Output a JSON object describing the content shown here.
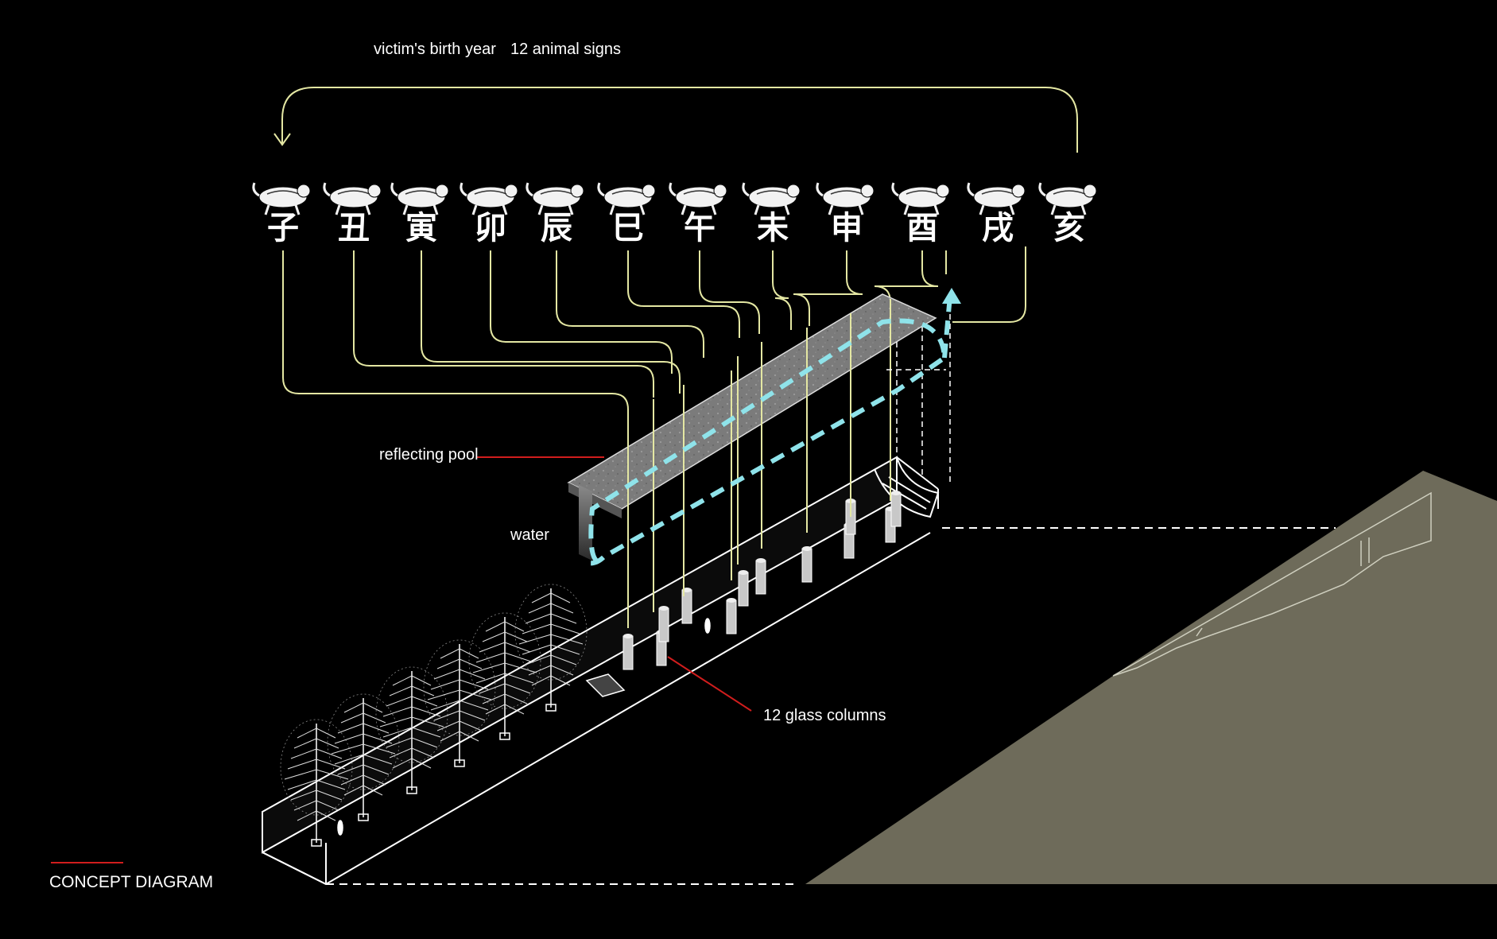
{
  "labels": {
    "birth_year": "victim's birth year",
    "animal_signs": "12 animal signs",
    "reflecting_pool": "reflecting pool",
    "water": "water",
    "glass_columns": "12 glass columns",
    "caption": "CONCEPT DIAGRAM"
  },
  "zodiac": [
    {
      "char": "子",
      "icon": "rat-icon"
    },
    {
      "char": "丑",
      "icon": "ox-icon"
    },
    {
      "char": "寅",
      "icon": "tiger-icon"
    },
    {
      "char": "卯",
      "icon": "rabbit-icon"
    },
    {
      "char": "辰",
      "icon": "dragon-icon"
    },
    {
      "char": "巳",
      "icon": "snake-icon"
    },
    {
      "char": "午",
      "icon": "horse-icon"
    },
    {
      "char": "未",
      "icon": "goat-icon"
    },
    {
      "char": "申",
      "icon": "monkey-icon"
    },
    {
      "char": "酉",
      "icon": "rooster-icon"
    },
    {
      "char": "戌",
      "icon": "dog-icon"
    },
    {
      "char": "亥",
      "icon": "pig-icon"
    }
  ],
  "colors": {
    "background": "#000000",
    "connector_lines": "#e4e7a3",
    "circulation_path": "#8fe3ea",
    "leader_lines": "#d11d1d",
    "terrain": "#6e6b5a",
    "pool": "#7a7a7a"
  }
}
